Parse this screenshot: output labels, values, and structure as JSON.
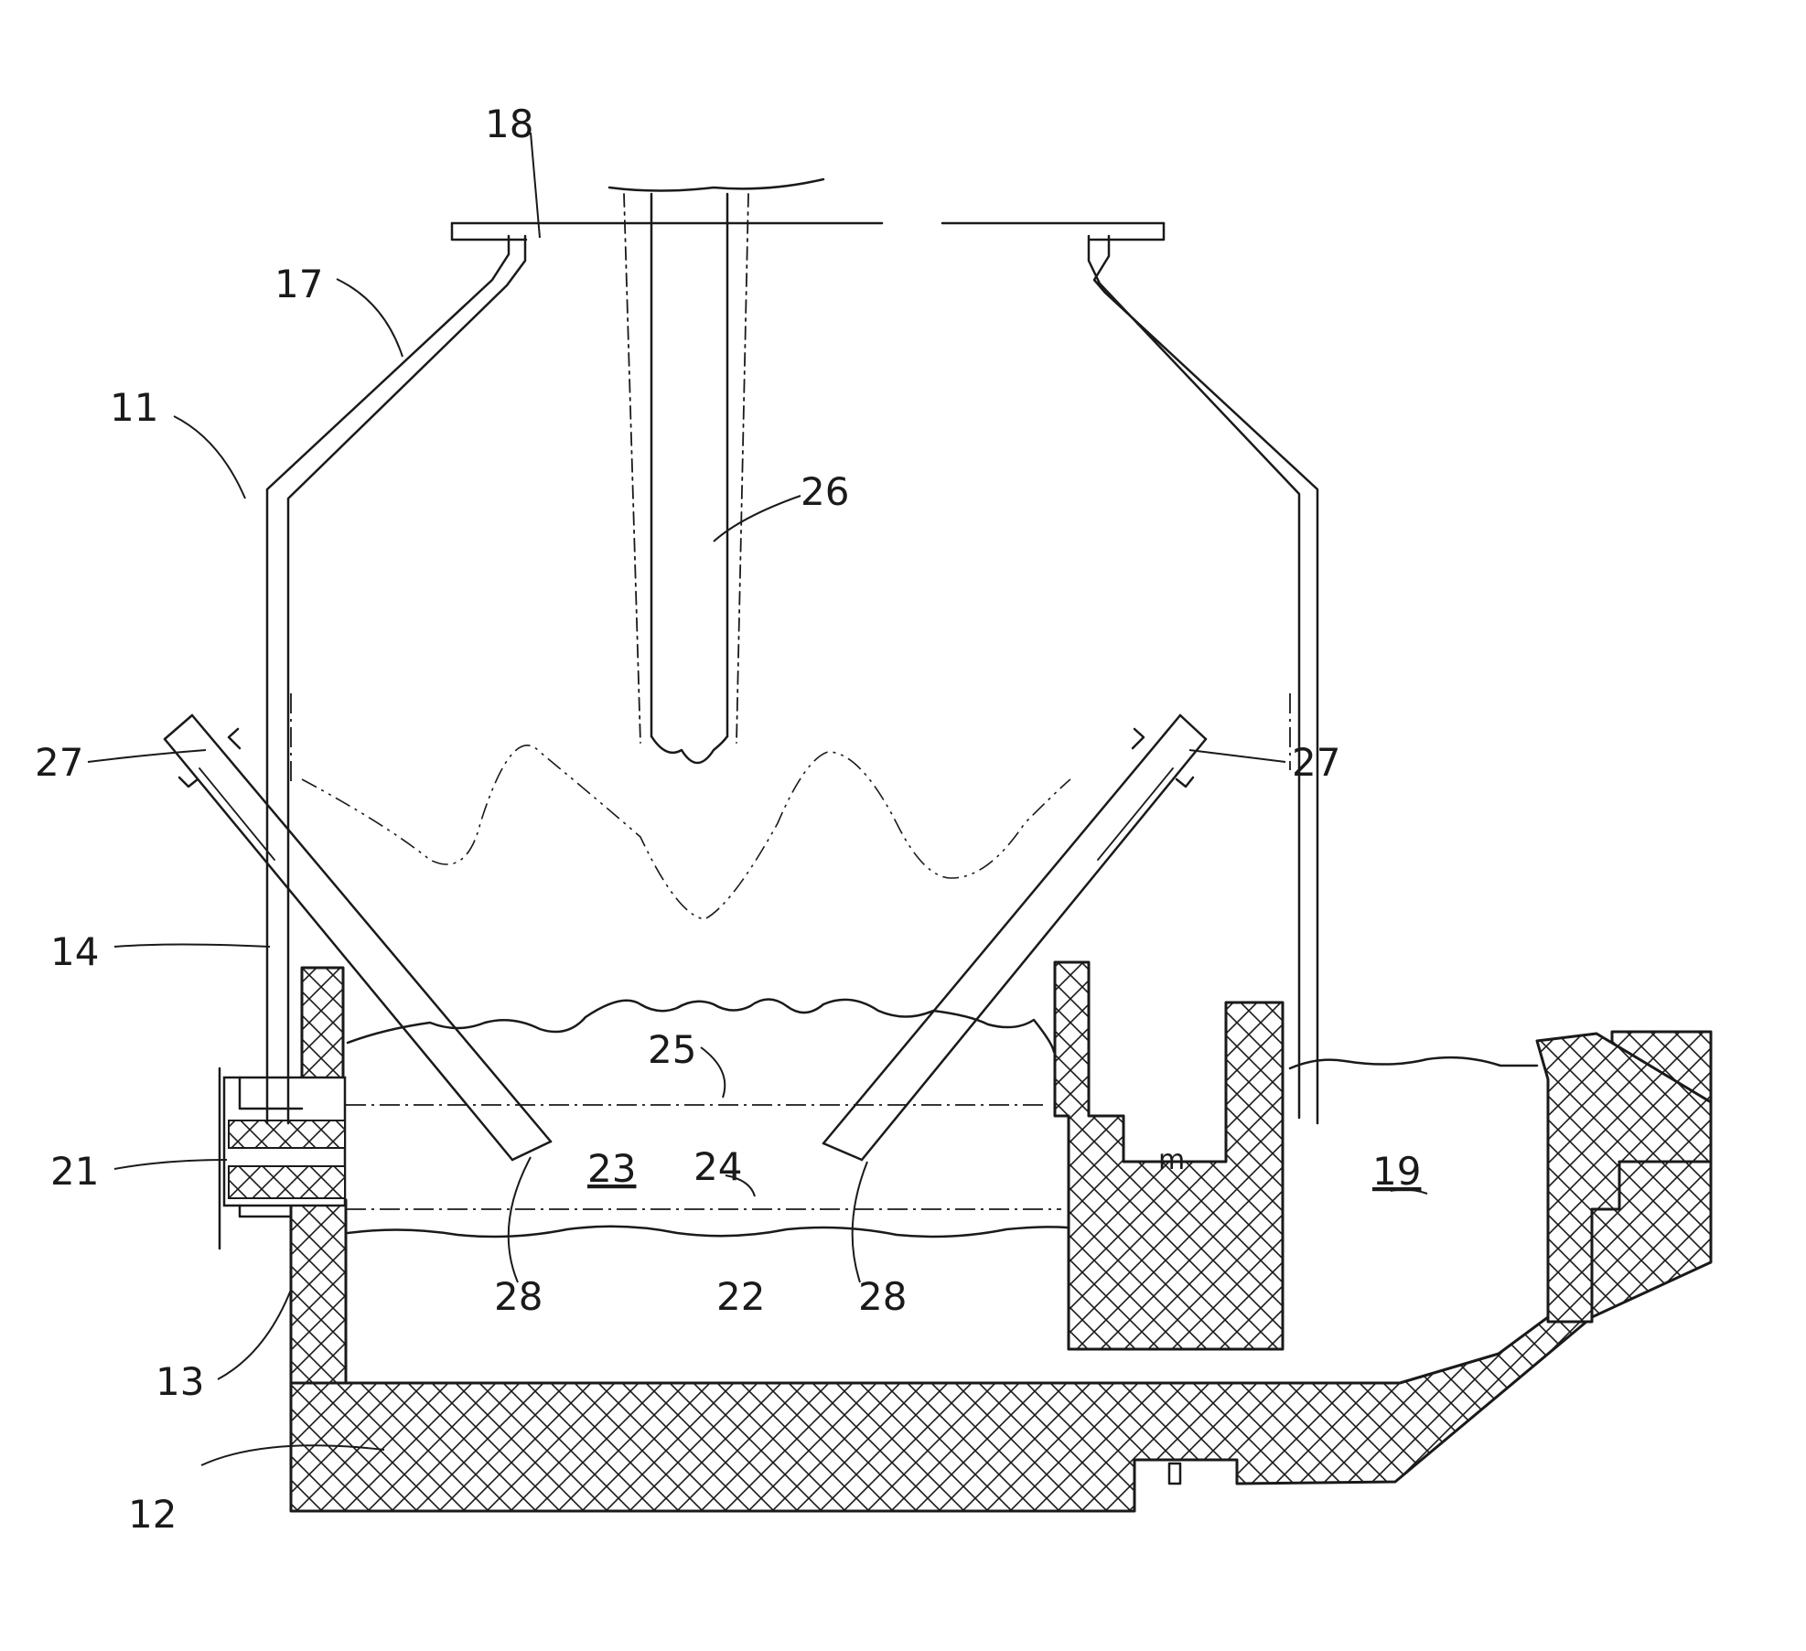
{
  "colors": {
    "ink": "#1a1a1a",
    "paper": "#ffffff"
  },
  "labels": {
    "l11": "11",
    "l12": "12",
    "l13": "13",
    "l14": "14",
    "l17": "17",
    "l18": "18",
    "l19": "19",
    "l21": "21",
    "l22": "22",
    "l23": "23",
    "l24": "24",
    "l25": "25",
    "l26": "26",
    "l27_left": "27",
    "l27_right": "27",
    "l28_left": "28",
    "l28_right": "28",
    "lm": "m"
  }
}
